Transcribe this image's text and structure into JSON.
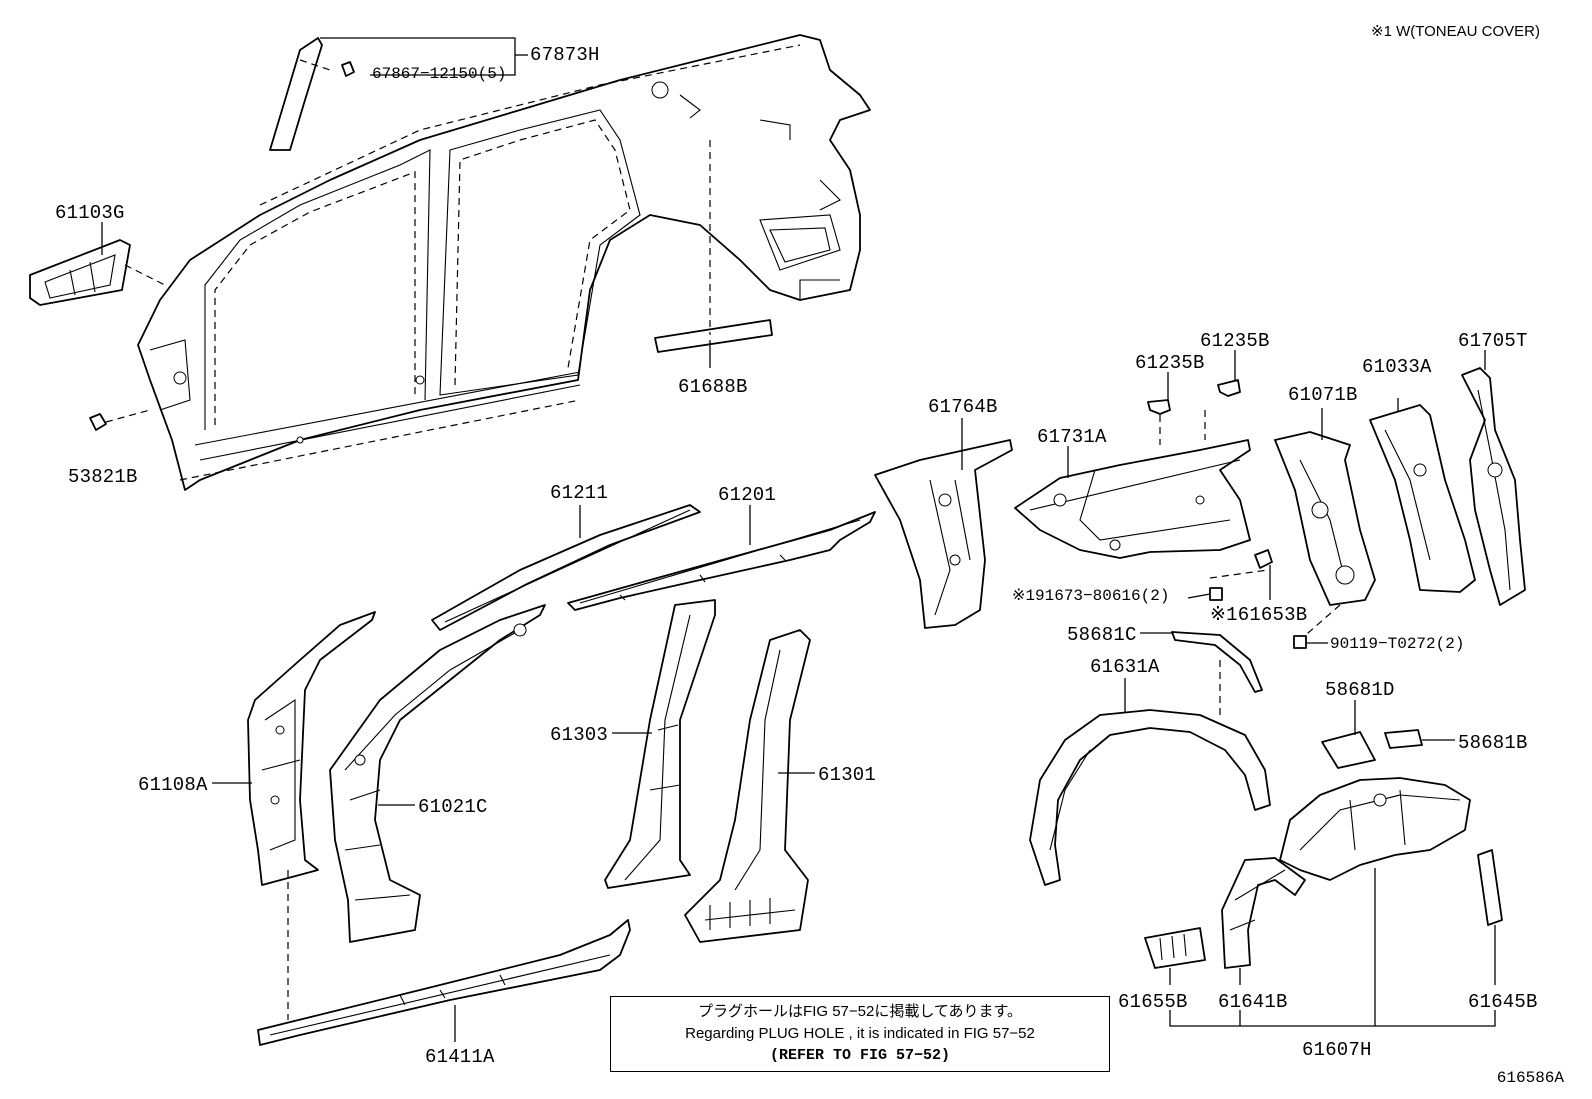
{
  "header_note": "※1 W(TONEAU COVER)",
  "figure_id": "616586A",
  "note_box": {
    "line1": "プラグホールはFIG 57−52に掲載してあります。",
    "line2": "Regarding PLUG HOLE , it is indicated in FIG 57−52",
    "line3": "(REFER TO FIG 57−52)"
  },
  "labels": {
    "p67873H": "67873H",
    "p67867": "67867−12150(5)",
    "p61103G": "61103G",
    "p53821B": "53821B",
    "p61688B": "61688B",
    "p61235B_a": "61235B",
    "p61235B_b": "61235B",
    "p61705T": "61705T",
    "p61033A": "61033A",
    "p61071B": "61071B",
    "p61764B": "61764B",
    "p61731A": "61731A",
    "p61211": "61211",
    "p61201": "61201",
    "p191673": "※191673−80616(2)",
    "p61653B": "※161653B",
    "p90119": "90119−T0272(2)",
    "p58681C": "58681C",
    "p61631A": "61631A",
    "p58681D": "58681D",
    "p58681B": "58681B",
    "p61108A": "61108A",
    "p61021C": "61021C",
    "p61303": "61303",
    "p61301": "61301",
    "p61411A": "61411A",
    "p61655B": "61655B",
    "p61641B": "61641B",
    "p61645B": "61645B",
    "p61607H": "61607H"
  }
}
